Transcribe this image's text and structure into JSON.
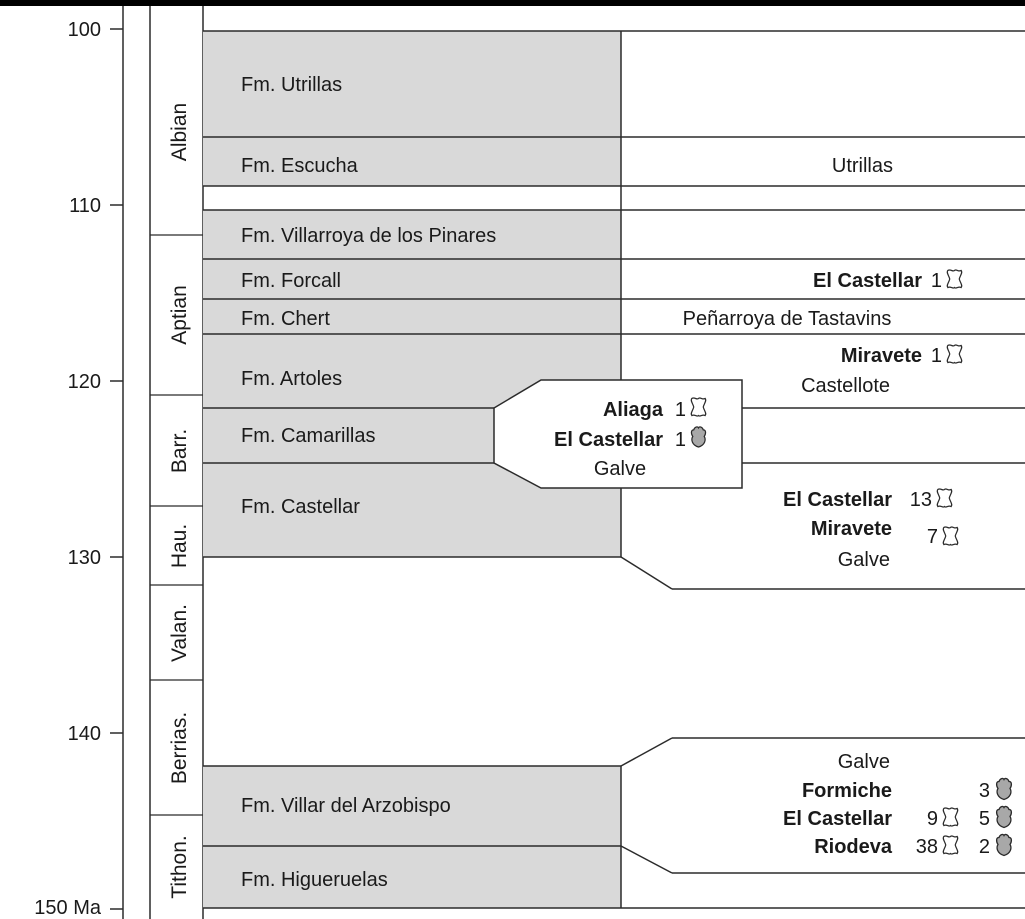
{
  "time_axis": {
    "ticks": [
      {
        "label": "100",
        "value": 100
      },
      {
        "label": "110",
        "value": 110
      },
      {
        "label": "120",
        "value": 120
      },
      {
        "label": "130",
        "value": 130
      },
      {
        "label": "140",
        "value": 140
      },
      {
        "label": "150 Ma",
        "value": 150
      }
    ]
  },
  "stages": [
    {
      "label": "Albian"
    },
    {
      "label": "Aptian"
    },
    {
      "label": "Barr."
    },
    {
      "label": "Hau."
    },
    {
      "label": "Valan."
    },
    {
      "label": "Berrias."
    },
    {
      "label": "Tithon."
    }
  ],
  "formations": [
    {
      "label": "Fm. Utrillas"
    },
    {
      "label": "Fm. Escucha"
    },
    {
      "label": "Fm. Villarroya de los Pinares"
    },
    {
      "label": "Fm. Forcall"
    },
    {
      "label": "Fm. Chert"
    },
    {
      "label": "Fm. Artoles"
    },
    {
      "label": "Fm. Camarillas"
    },
    {
      "label": "Fm. Castellar"
    },
    {
      "label": "Fm. Villar del Arzobispo"
    },
    {
      "label": "Fm. Higueruelas"
    }
  ],
  "sites": {
    "utrillas": "Utrillas",
    "forcall_site": "El Castellar",
    "forcall_count": "1",
    "chert_site": "Peñarroya de Tastavins",
    "artoles_site": "Miravete",
    "artoles_count": "1",
    "artoles_sub": "Castellote",
    "camarillas_1_site": "Aliaga",
    "camarillas_1_count": "1",
    "camarillas_2_site": "El Castellar",
    "camarillas_2_count": "1",
    "camarillas_sub": "Galve",
    "castellar_1_site": "El Castellar",
    "castellar_1_count": "13",
    "castellar_2_site": "Miravete",
    "castellar_2_count": "7",
    "castellar_sub": "Galve",
    "jur_head": "Galve",
    "jur_1_site": "Formiche",
    "jur_1_count_b": "3",
    "jur_2_site": "El Castellar",
    "jur_2_count_a": "9",
    "jur_2_count_b": "5",
    "jur_3_site": "Riodeva",
    "jur_3_count_a": "38",
    "jur_3_count_b": "2"
  },
  "colors": {
    "formation_fill": "#d9d9d9",
    "paper": "#ffffff",
    "line": "#2b2b2b",
    "icon_fill": "#a8a8a8"
  },
  "icons": {
    "bone": "bone-icon",
    "footprint": "footprint-icon"
  }
}
